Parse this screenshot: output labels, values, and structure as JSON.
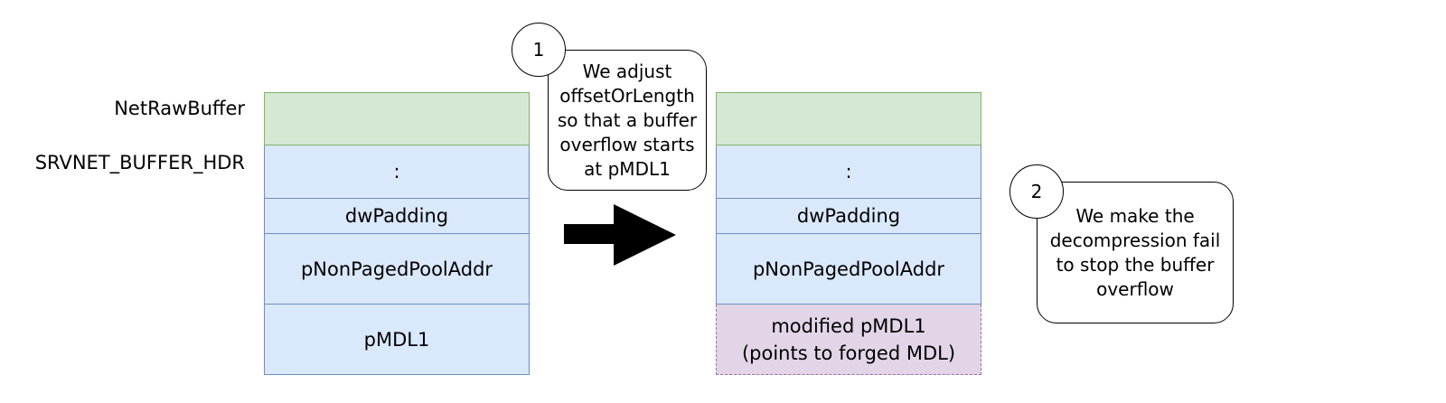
{
  "labels": {
    "netrawbuffer": "NetRawBuffer",
    "srvnet_buffer_hdr": "SRVNET_BUFFER_HDR"
  },
  "left_column": {
    "cells": [
      ":",
      "dwPadding",
      "pNonPagedPoolAddr",
      "pMDL1"
    ]
  },
  "right_column": {
    "cells": [
      ":",
      "dwPadding",
      "pNonPagedPoolAddr"
    ],
    "modified_line1": "modified pMDL1",
    "modified_line2": "(points to forged MDL)"
  },
  "callout1": {
    "number": "1",
    "lines": [
      "We adjust",
      "offsetOrLength",
      "so that a buffer",
      "overflow starts",
      "at pMDL1"
    ]
  },
  "callout2": {
    "number": "2",
    "lines": [
      "We make the",
      "decompression fail",
      "to stop the buffer",
      "overflow"
    ]
  },
  "colors": {
    "green_fill": "#d5e8d4",
    "blue_fill": "#dae8fc",
    "purple_fill": "#e1d5e7"
  }
}
